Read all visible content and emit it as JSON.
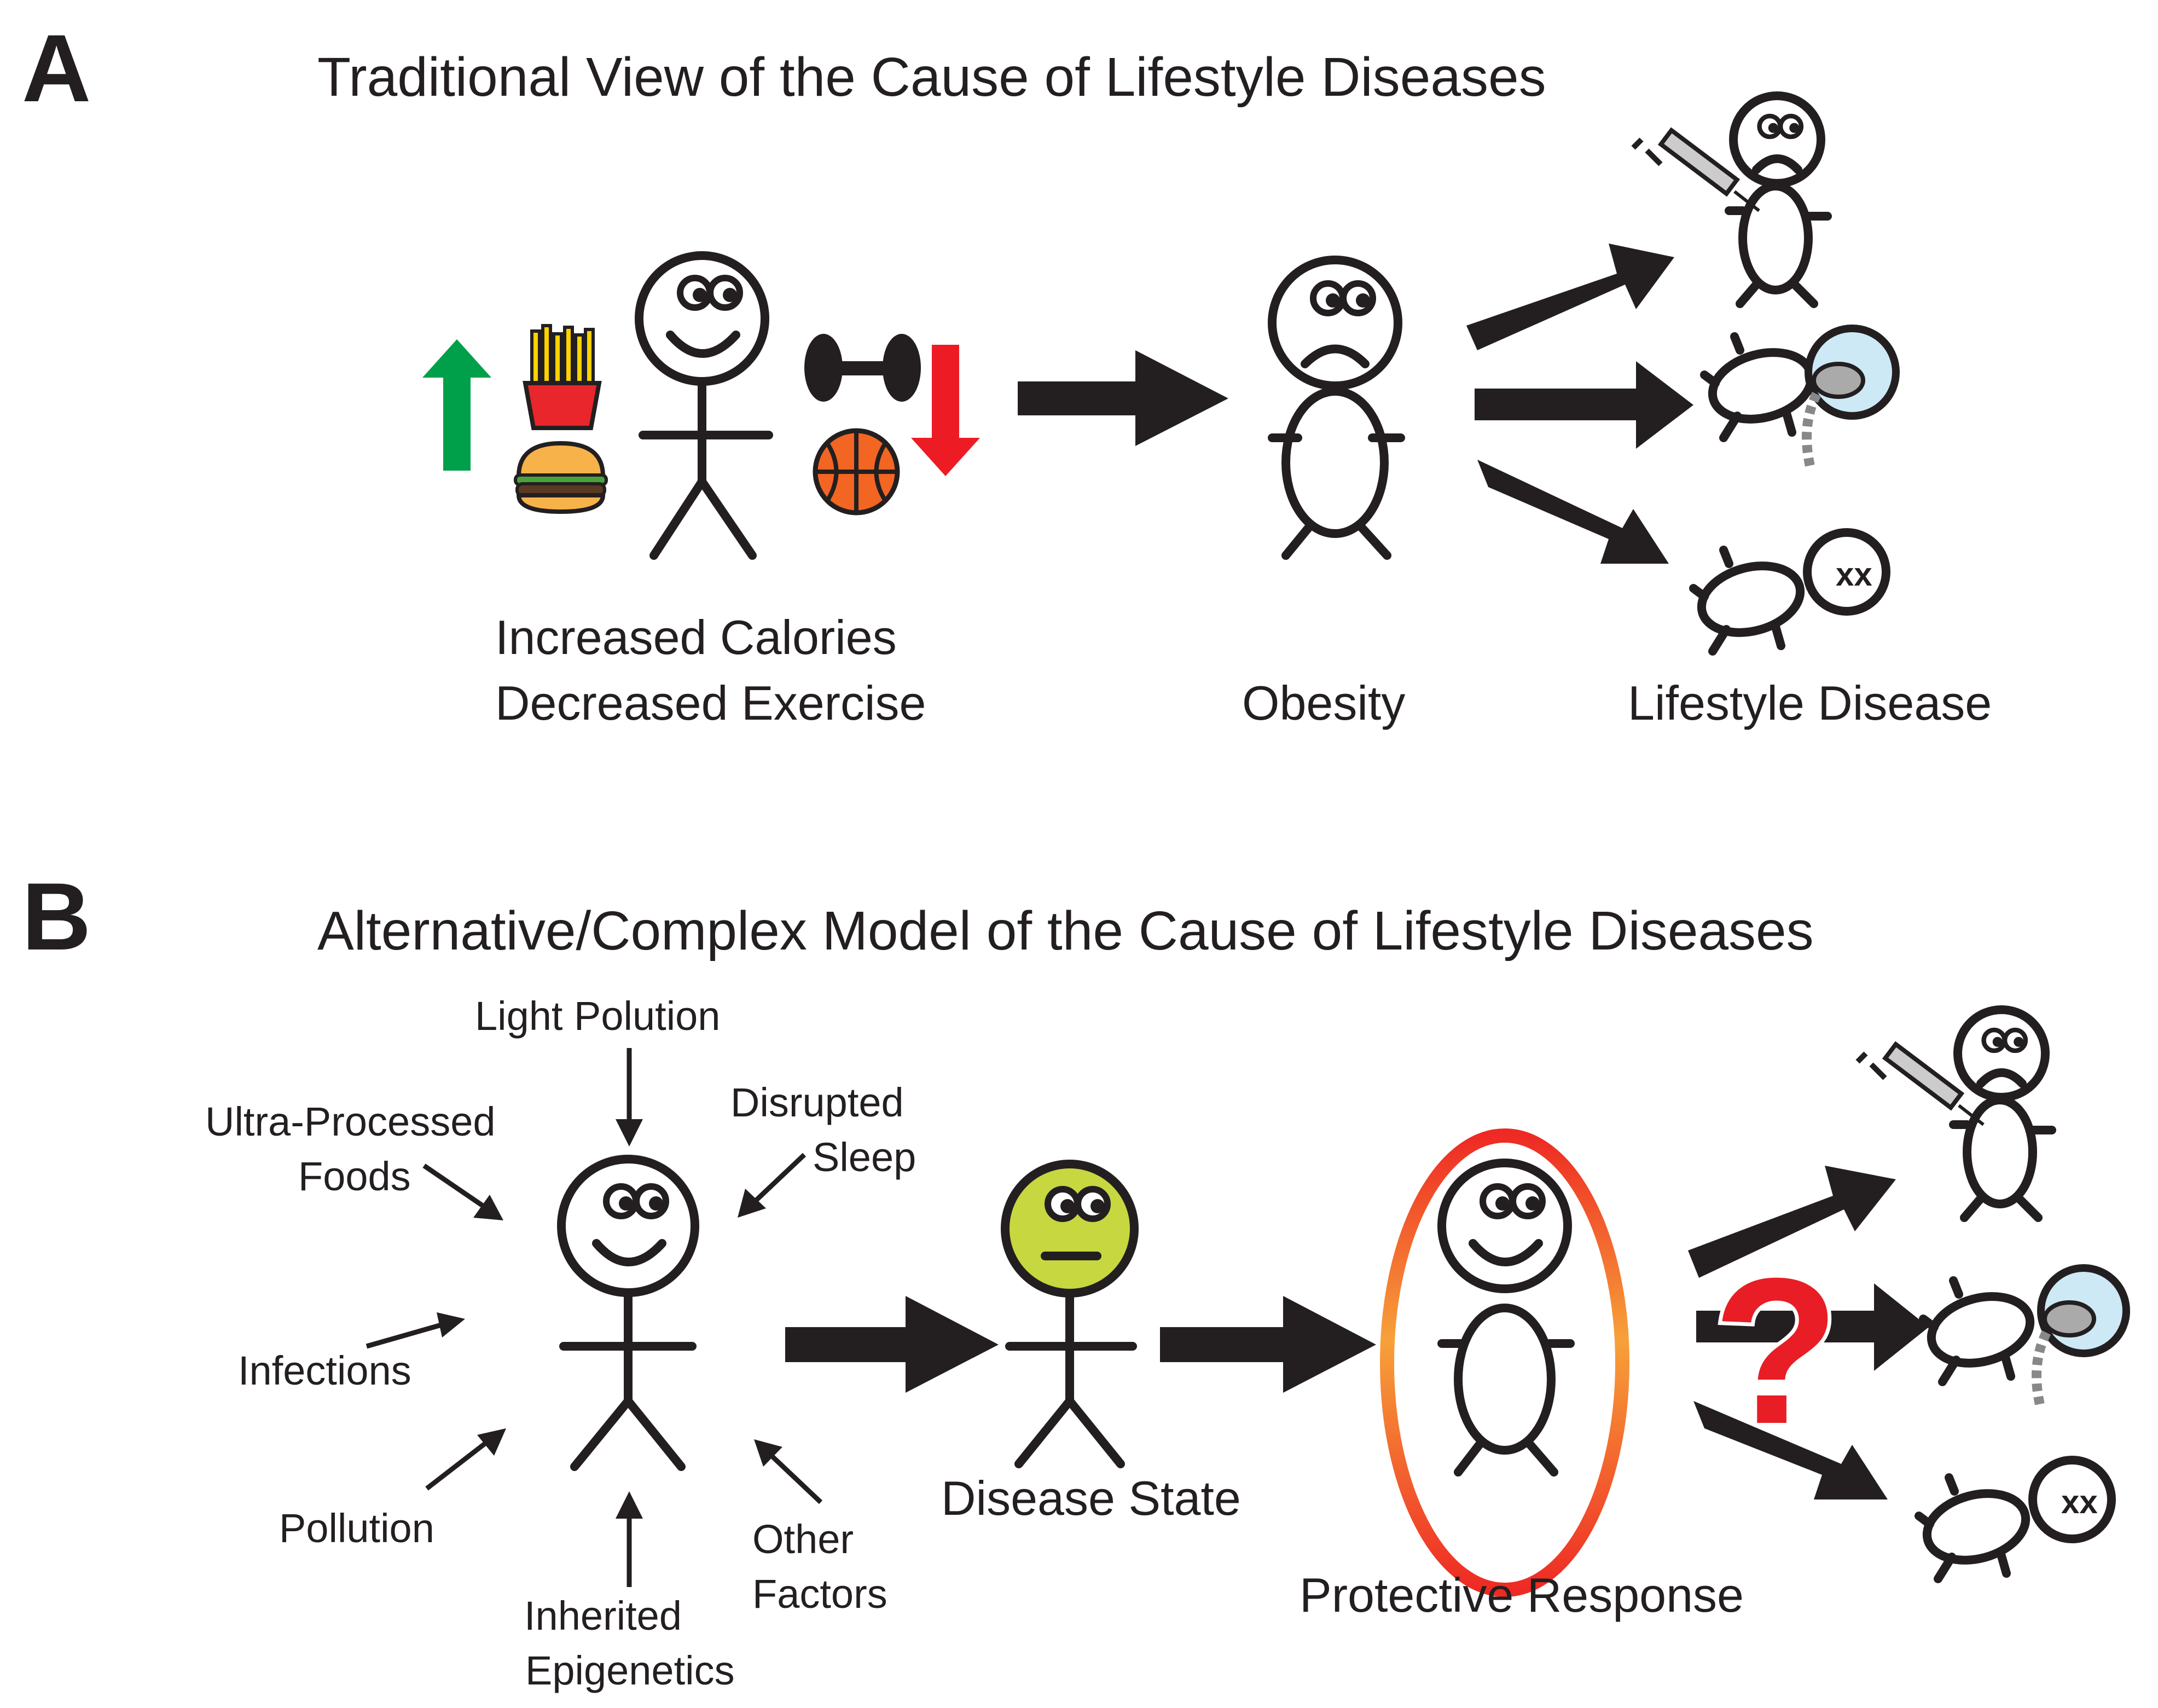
{
  "panel_a": {
    "letter": "A",
    "title": "Traditional View of  the Cause of Lifestyle Diseases",
    "cause_label_line1": "Increased Calories",
    "cause_label_line2": "Decreased Exercise",
    "middle_label": "Obesity",
    "outcome_label": "Lifestyle Disease"
  },
  "panel_b": {
    "letter": "B",
    "title": "Alternative/Complex Model of  the Cause of Lifestyle Diseases",
    "factors": {
      "light": "Light Polution",
      "ultra_line1": "Ultra-Processed",
      "ultra_line2": "Foods",
      "sleep_line1": "Disrupted",
      "sleep_line2": "Sleep",
      "infections": "Infections",
      "pollution": "Pollution",
      "inherited_line1": "Inherited",
      "inherited_line2": "Epigenetics",
      "other_line1": "Other",
      "other_line2": "Factors"
    },
    "disease_state_label": "Disease State",
    "protective_label": "Protective Response",
    "uncertainty_symbol": "?"
  },
  "colors": {
    "ink": "#231f20",
    "up_arrow": "#00a04b",
    "down_arrow": "#ed1c24",
    "fries_box": "#e8262b",
    "fries": "#ffd200",
    "bun": "#f7b24a",
    "basketball": "#f26522",
    "sick_face": "#c6d740",
    "ring_outer": "#ee2a24",
    "ring_inner": "#f7a139",
    "question_mark": "#e91d25",
    "glass": "#cde9f6"
  }
}
